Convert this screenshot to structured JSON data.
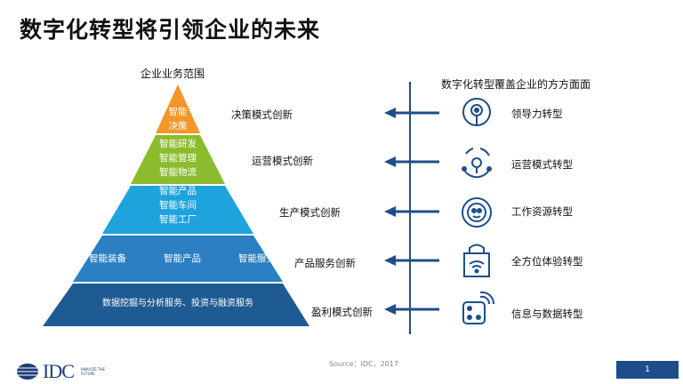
{
  "title": "数字化转型将引领企业的未来",
  "pyramid": {
    "heading": "企业业务范围",
    "tiers": [
      {
        "lines": [
          "智能",
          "决策"
        ],
        "color": "#f4962a"
      },
      {
        "lines": [
          "智能研发",
          "智能管理",
          "智能物流"
        ],
        "color": "#8cbc2d"
      },
      {
        "lines": [
          "智能产品",
          "智能车间",
          "智能工厂"
        ],
        "color": "#1ea3dc"
      },
      {
        "items": [
          "智能装备",
          "智能产品",
          "智能服务"
        ],
        "color": "#2b7fc2"
      },
      {
        "lines": [
          "数据挖掘与分析服务、投资与融资服务"
        ],
        "color": "#1f5b93"
      }
    ]
  },
  "innovations": [
    "决策模式创新",
    "运营模式创新",
    "生产模式创新",
    "产品服务创新",
    "盈利模式创新"
  ],
  "right": {
    "heading": "数字化转型覆盖企业的方方面面",
    "items": [
      {
        "label": "领导力转型",
        "icon": "leadership-icon"
      },
      {
        "label": "运营模式转型",
        "icon": "operations-icon"
      },
      {
        "label": "工作资源转型",
        "icon": "resources-icon"
      },
      {
        "label": "全方位体验转型",
        "icon": "experience-icon"
      },
      {
        "label": "信息与数据转型",
        "icon": "data-icon"
      }
    ]
  },
  "colors": {
    "accent_line": "#1f4e89",
    "icon": "#1d4e8a"
  },
  "source": "Source：IDC，2017",
  "logo": {
    "text": "IDC",
    "tagline": "ANALYZE THE FUTURE"
  },
  "page_number": "1"
}
